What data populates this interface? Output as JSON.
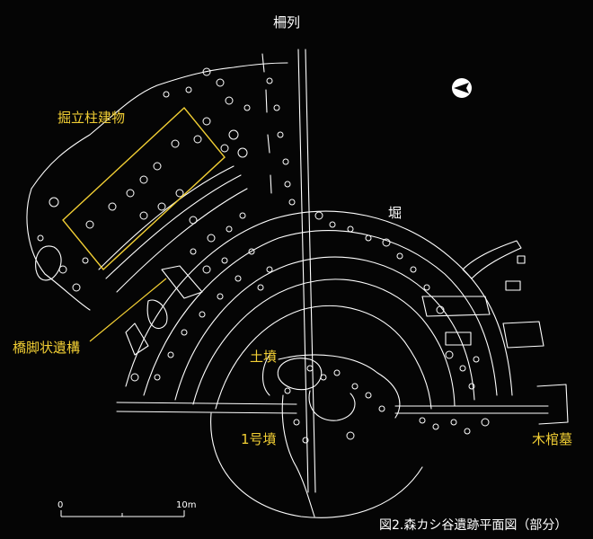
{
  "labels": {
    "sakuretsu": "柵列",
    "horitate": "掘立柱建物",
    "hori": "堀",
    "kyokyaku": "橋脚状遺構",
    "dofun": "土墳",
    "ichigofun": "1号墳",
    "mokkan": "木棺墓"
  },
  "scale": {
    "start": "0",
    "end": "10m"
  },
  "caption": "図2.森カシ谷遺跡平面図（部分）",
  "colors": {
    "background": "#050505",
    "lines": "#ffffff",
    "highlight": "#f2cf34"
  }
}
